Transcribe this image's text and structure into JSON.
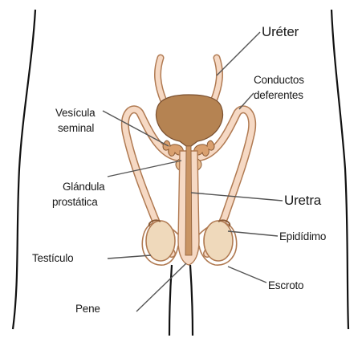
{
  "labels": {
    "ureter": "Uréter",
    "conductos_line1": "Conductos",
    "conductos_line2": "deferentes",
    "vesicula_line1": "Vesícula",
    "vesicula_line2": "seminal",
    "glandula_line1": "Glándula",
    "glandula_line2": "prostática",
    "uretra": "Uretra",
    "epididimo": "Epidídimo",
    "testiculo": "Testículo",
    "escroto": "Escroto",
    "pene": "Pene"
  },
  "colors": {
    "outline": "#111111",
    "duct_fill": "#f6d9c4",
    "duct_stroke": "#b07a52",
    "bladder": "#b58352",
    "urethra": "#c99464",
    "testis": "#efd9bb",
    "gland": "#d9a06f",
    "leader": "#555555"
  }
}
